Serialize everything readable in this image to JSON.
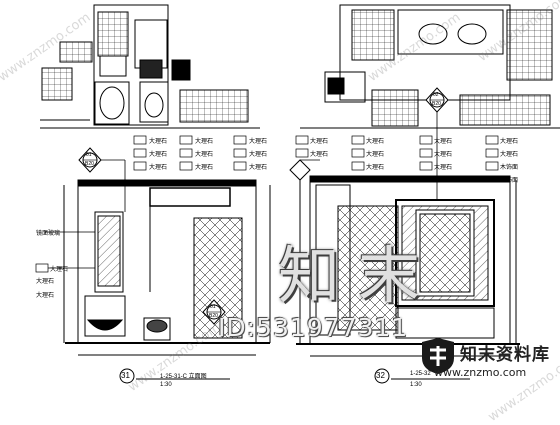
{
  "drawings": [
    {
      "number": "31",
      "caption": "1-25-31-C 立面图",
      "scale": "1:30"
    },
    {
      "number": "32",
      "caption": "1-25-32",
      "scale": "1:30"
    }
  ],
  "callouts": {
    "left_marker": {
      "top": "01",
      "bottom": "B20"
    },
    "mid_marker": {
      "top": "01",
      "bottom": "B20"
    },
    "right_marker": {
      "top": "02",
      "bottom": "B20"
    }
  },
  "material_labels_left": [
    "大理石",
    "大理石",
    "大理石",
    "大理石",
    "大理石",
    "大理石",
    "大理石",
    "大理石",
    "大理石",
    "大理石"
  ],
  "material_labels_right": [
    "大理石",
    "大理石",
    "大理石",
    "大理石",
    "大理石",
    "大理石",
    "大理石",
    "大理石",
    "大理石",
    "大理石",
    "木饰面",
    "大理石",
    "大理石",
    "木饰面"
  ],
  "side_note_top": "镜面玻璃",
  "side_notes_left": [
    "大理石",
    "大理石"
  ],
  "watermark": {
    "big_chars": "知末",
    "id_text": "ID:531977311",
    "brand_name": "知末资料库",
    "brand_url": "www.znzmo.com",
    "diagonal": "www.znzmo.com"
  }
}
